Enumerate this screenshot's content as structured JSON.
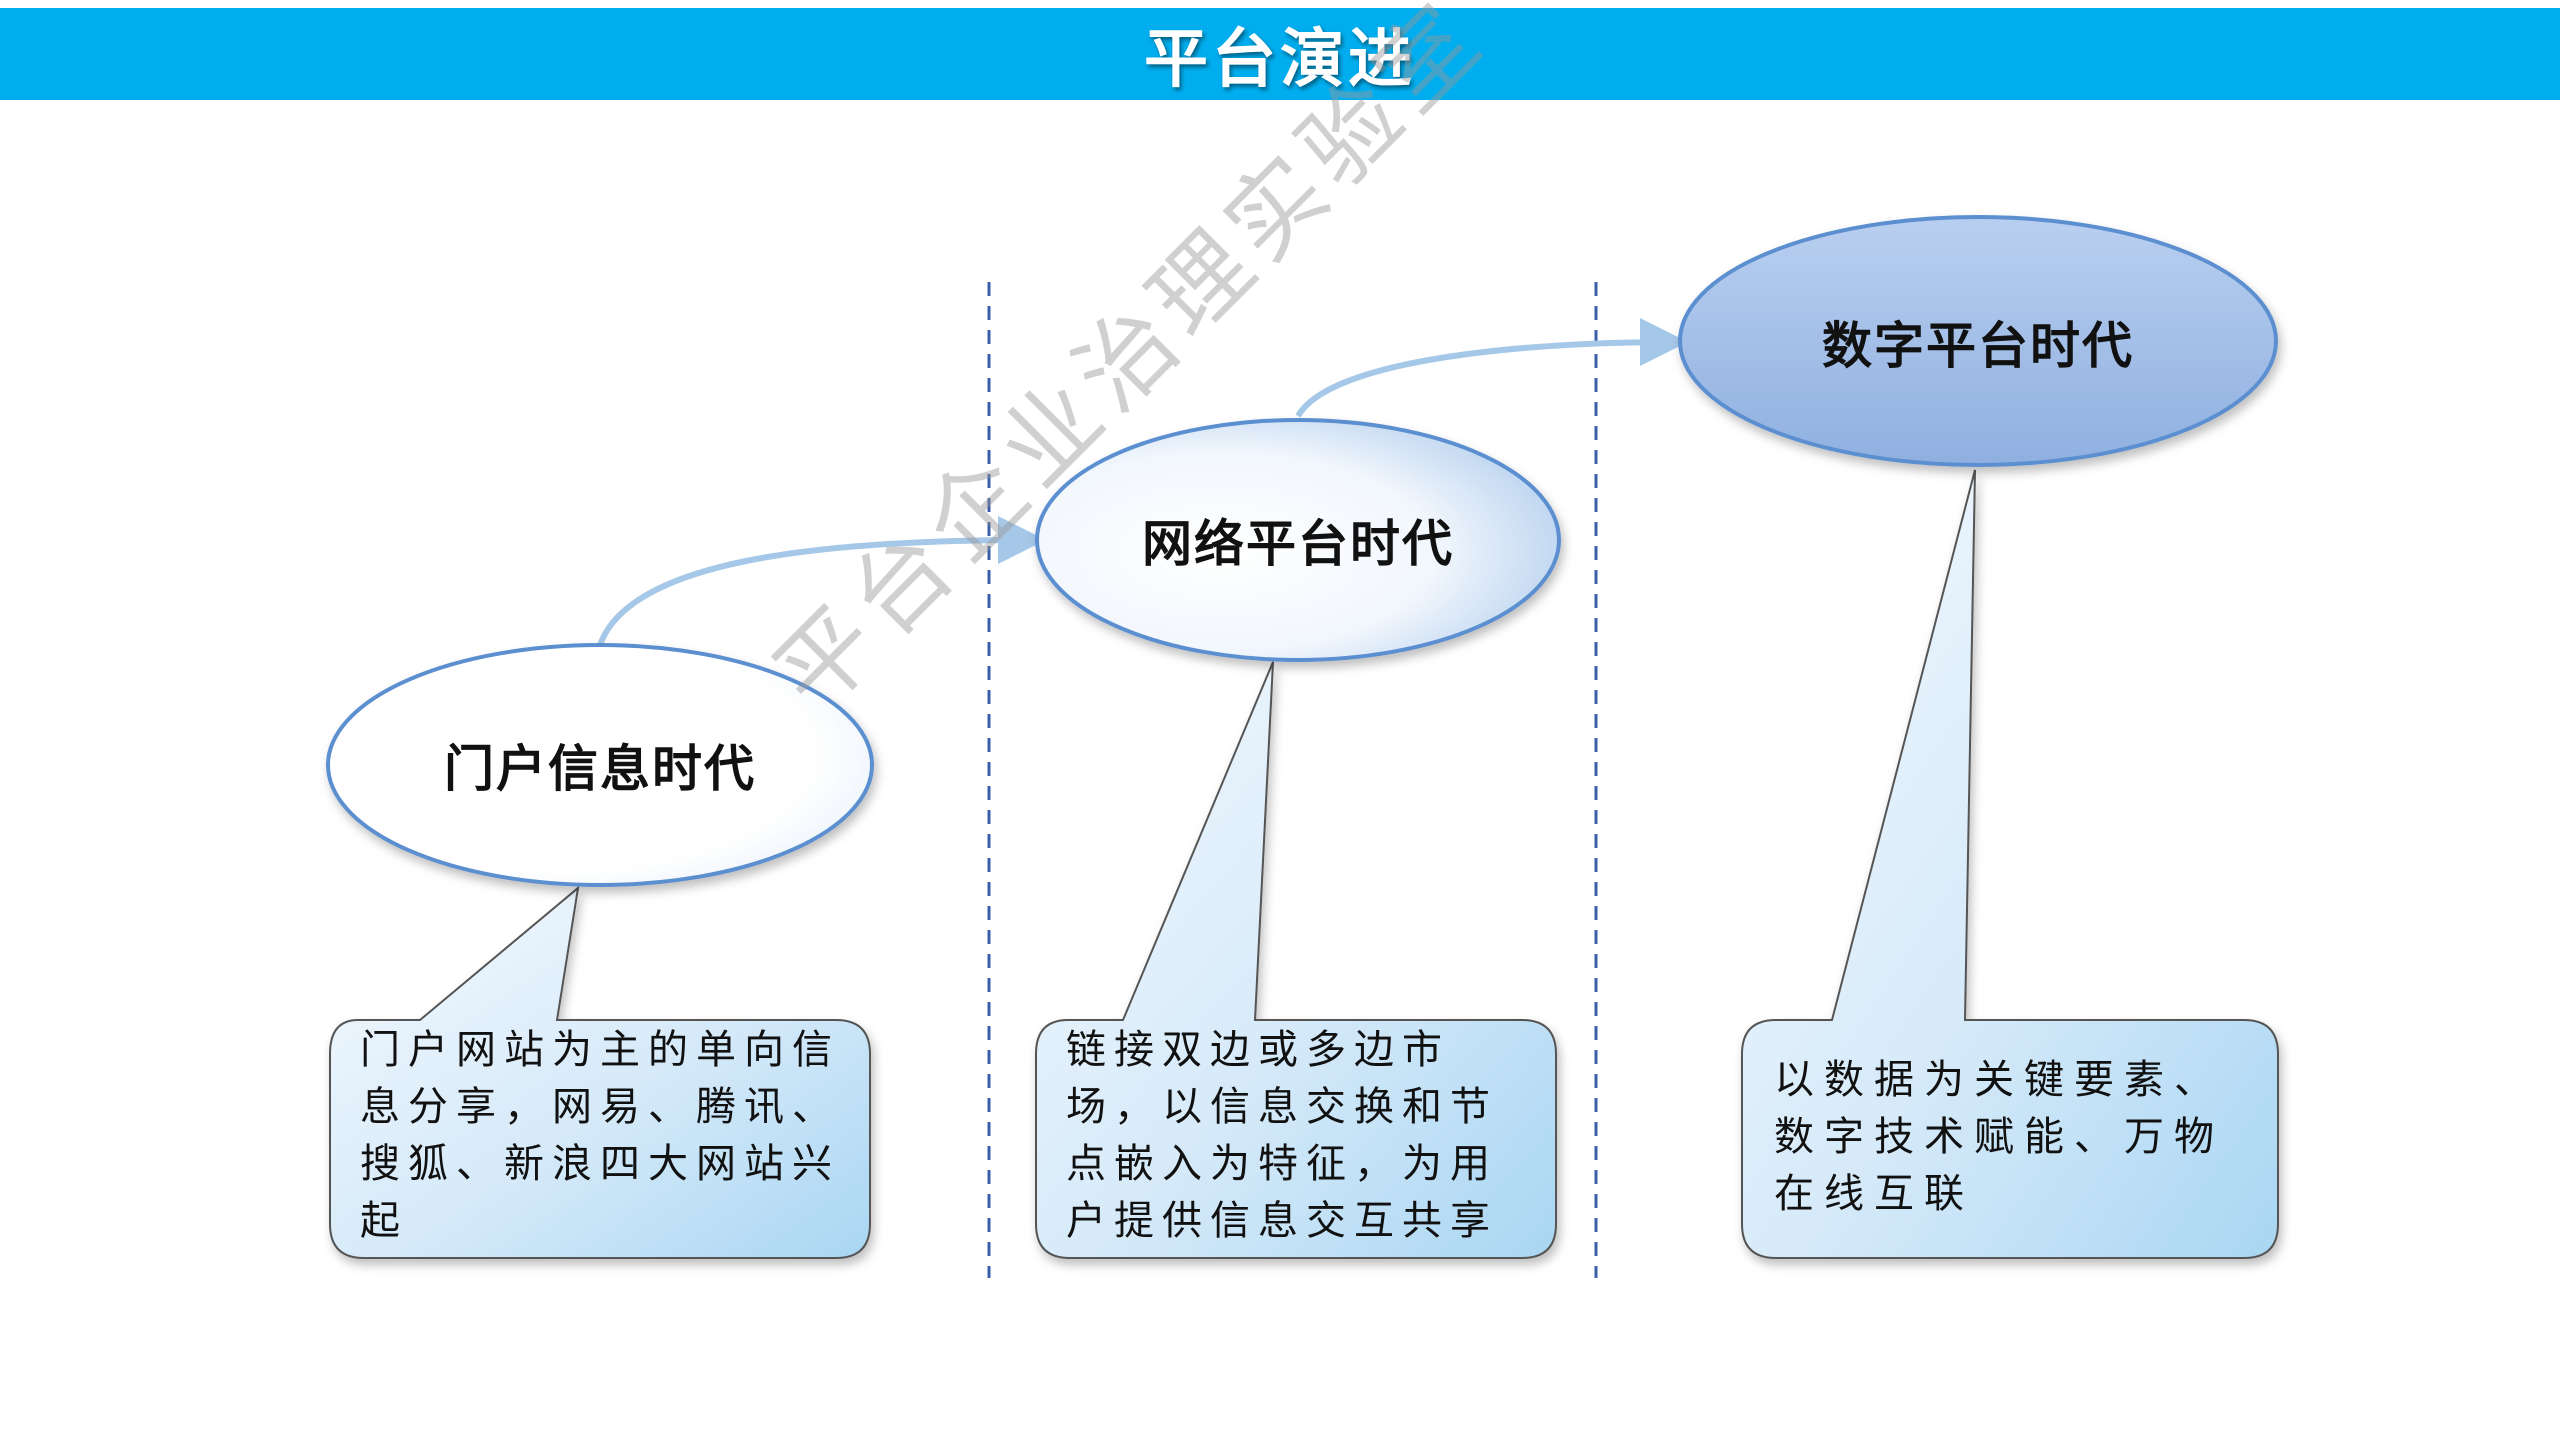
{
  "title": "平台演进",
  "watermark": "平台企业治理实验室",
  "stages": [
    {
      "label": "门户信息时代",
      "description": "门户网站为主的单向信息分享，网易、腾讯、搜狐、新浪四大网站兴起"
    },
    {
      "label": "网络平台时代",
      "description": "链接双边或多边市场，以信息交换和节点嵌入为特征，为用户提供信息交互共享"
    },
    {
      "label": "数字平台时代",
      "description": "以数据为关键要素、数字技术赋能、万物在线互联"
    }
  ],
  "colors": {
    "title_bar": "#00aeef",
    "ellipse_stroke": "#5b8fd0",
    "divider": "#3a5fa8",
    "arrow": "#a6c8e8"
  }
}
